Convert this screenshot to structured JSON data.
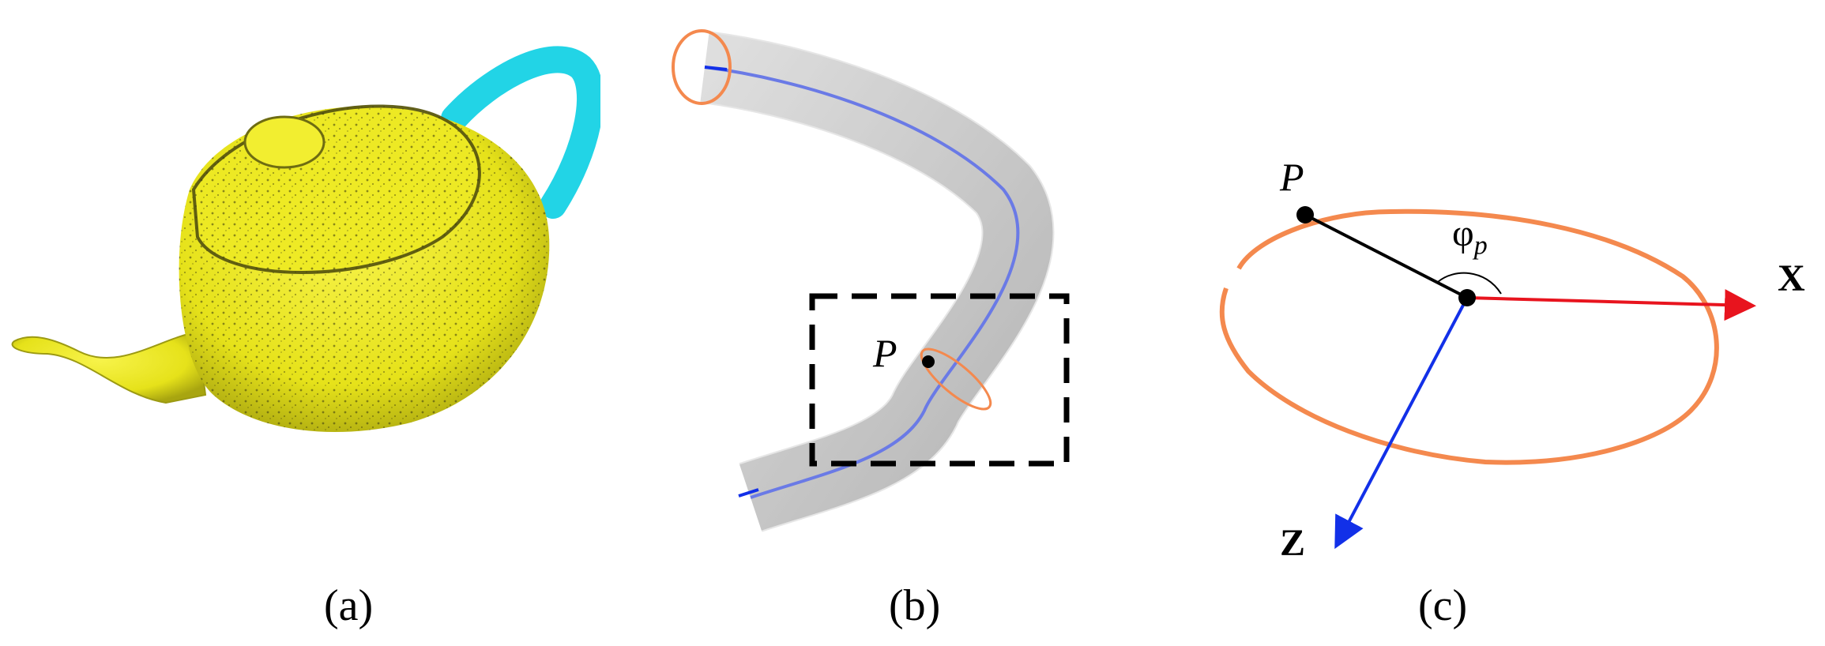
{
  "figure": {
    "panels": [
      {
        "id": "a",
        "caption": "(a)"
      },
      {
        "id": "b",
        "caption": "(b)",
        "point_label": "P"
      },
      {
        "id": "c",
        "caption": "(c)",
        "point_label": "P",
        "angle_label": "φ",
        "angle_subscript": "p",
        "x_axis_label": "X",
        "z_axis_label": "Z"
      }
    ],
    "colors": {
      "teapot_body": "#f0ec1e",
      "teapot_handle": "#22d4e6",
      "tube": "#d9d9d9",
      "centerline": "#4a5ee6",
      "cross_section": "#f4894e",
      "x_axis": "#e8141e",
      "z_axis": "#1230e8"
    }
  }
}
